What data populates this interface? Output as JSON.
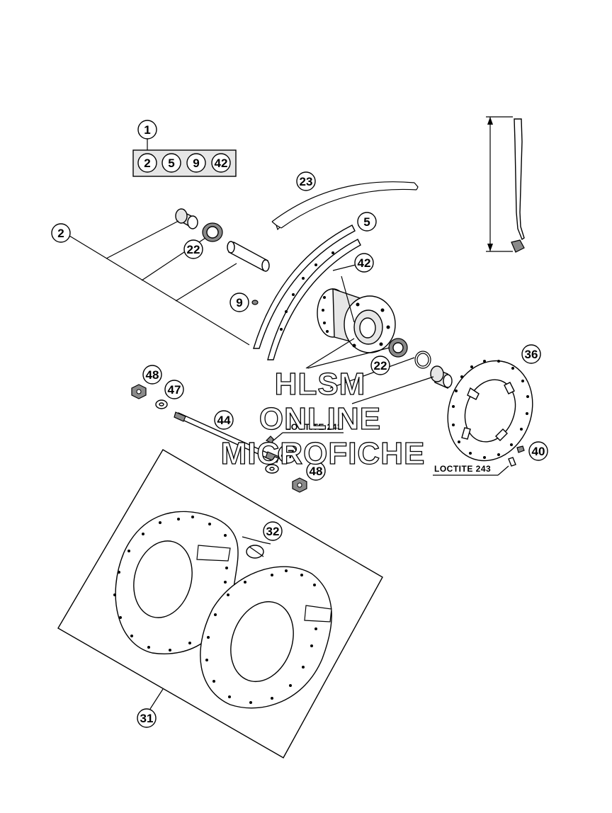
{
  "callouts": {
    "c1": "1",
    "c2_kit": "2",
    "c5_kit": "5",
    "c9_kit": "9",
    "c42_kit": "42",
    "c23": "23",
    "c5": "5",
    "c42": "42",
    "c2": "2",
    "c22_top": "22",
    "c9": "9",
    "c22_bottom": "22",
    "c36": "36",
    "c48_top": "48",
    "c47_top": "47",
    "c44": "44",
    "c47_bottom": "47",
    "c48_bottom": "48",
    "c40": "40",
    "c32": "32",
    "c31": "31"
  },
  "notes": {
    "loctite_axle": "LOCTITE 243",
    "loctite_disc": "LOCTITE 243"
  },
  "watermark": {
    "line1": "HLSM",
    "line2": "ONLINE",
    "line3": "MICROFICHE"
  }
}
